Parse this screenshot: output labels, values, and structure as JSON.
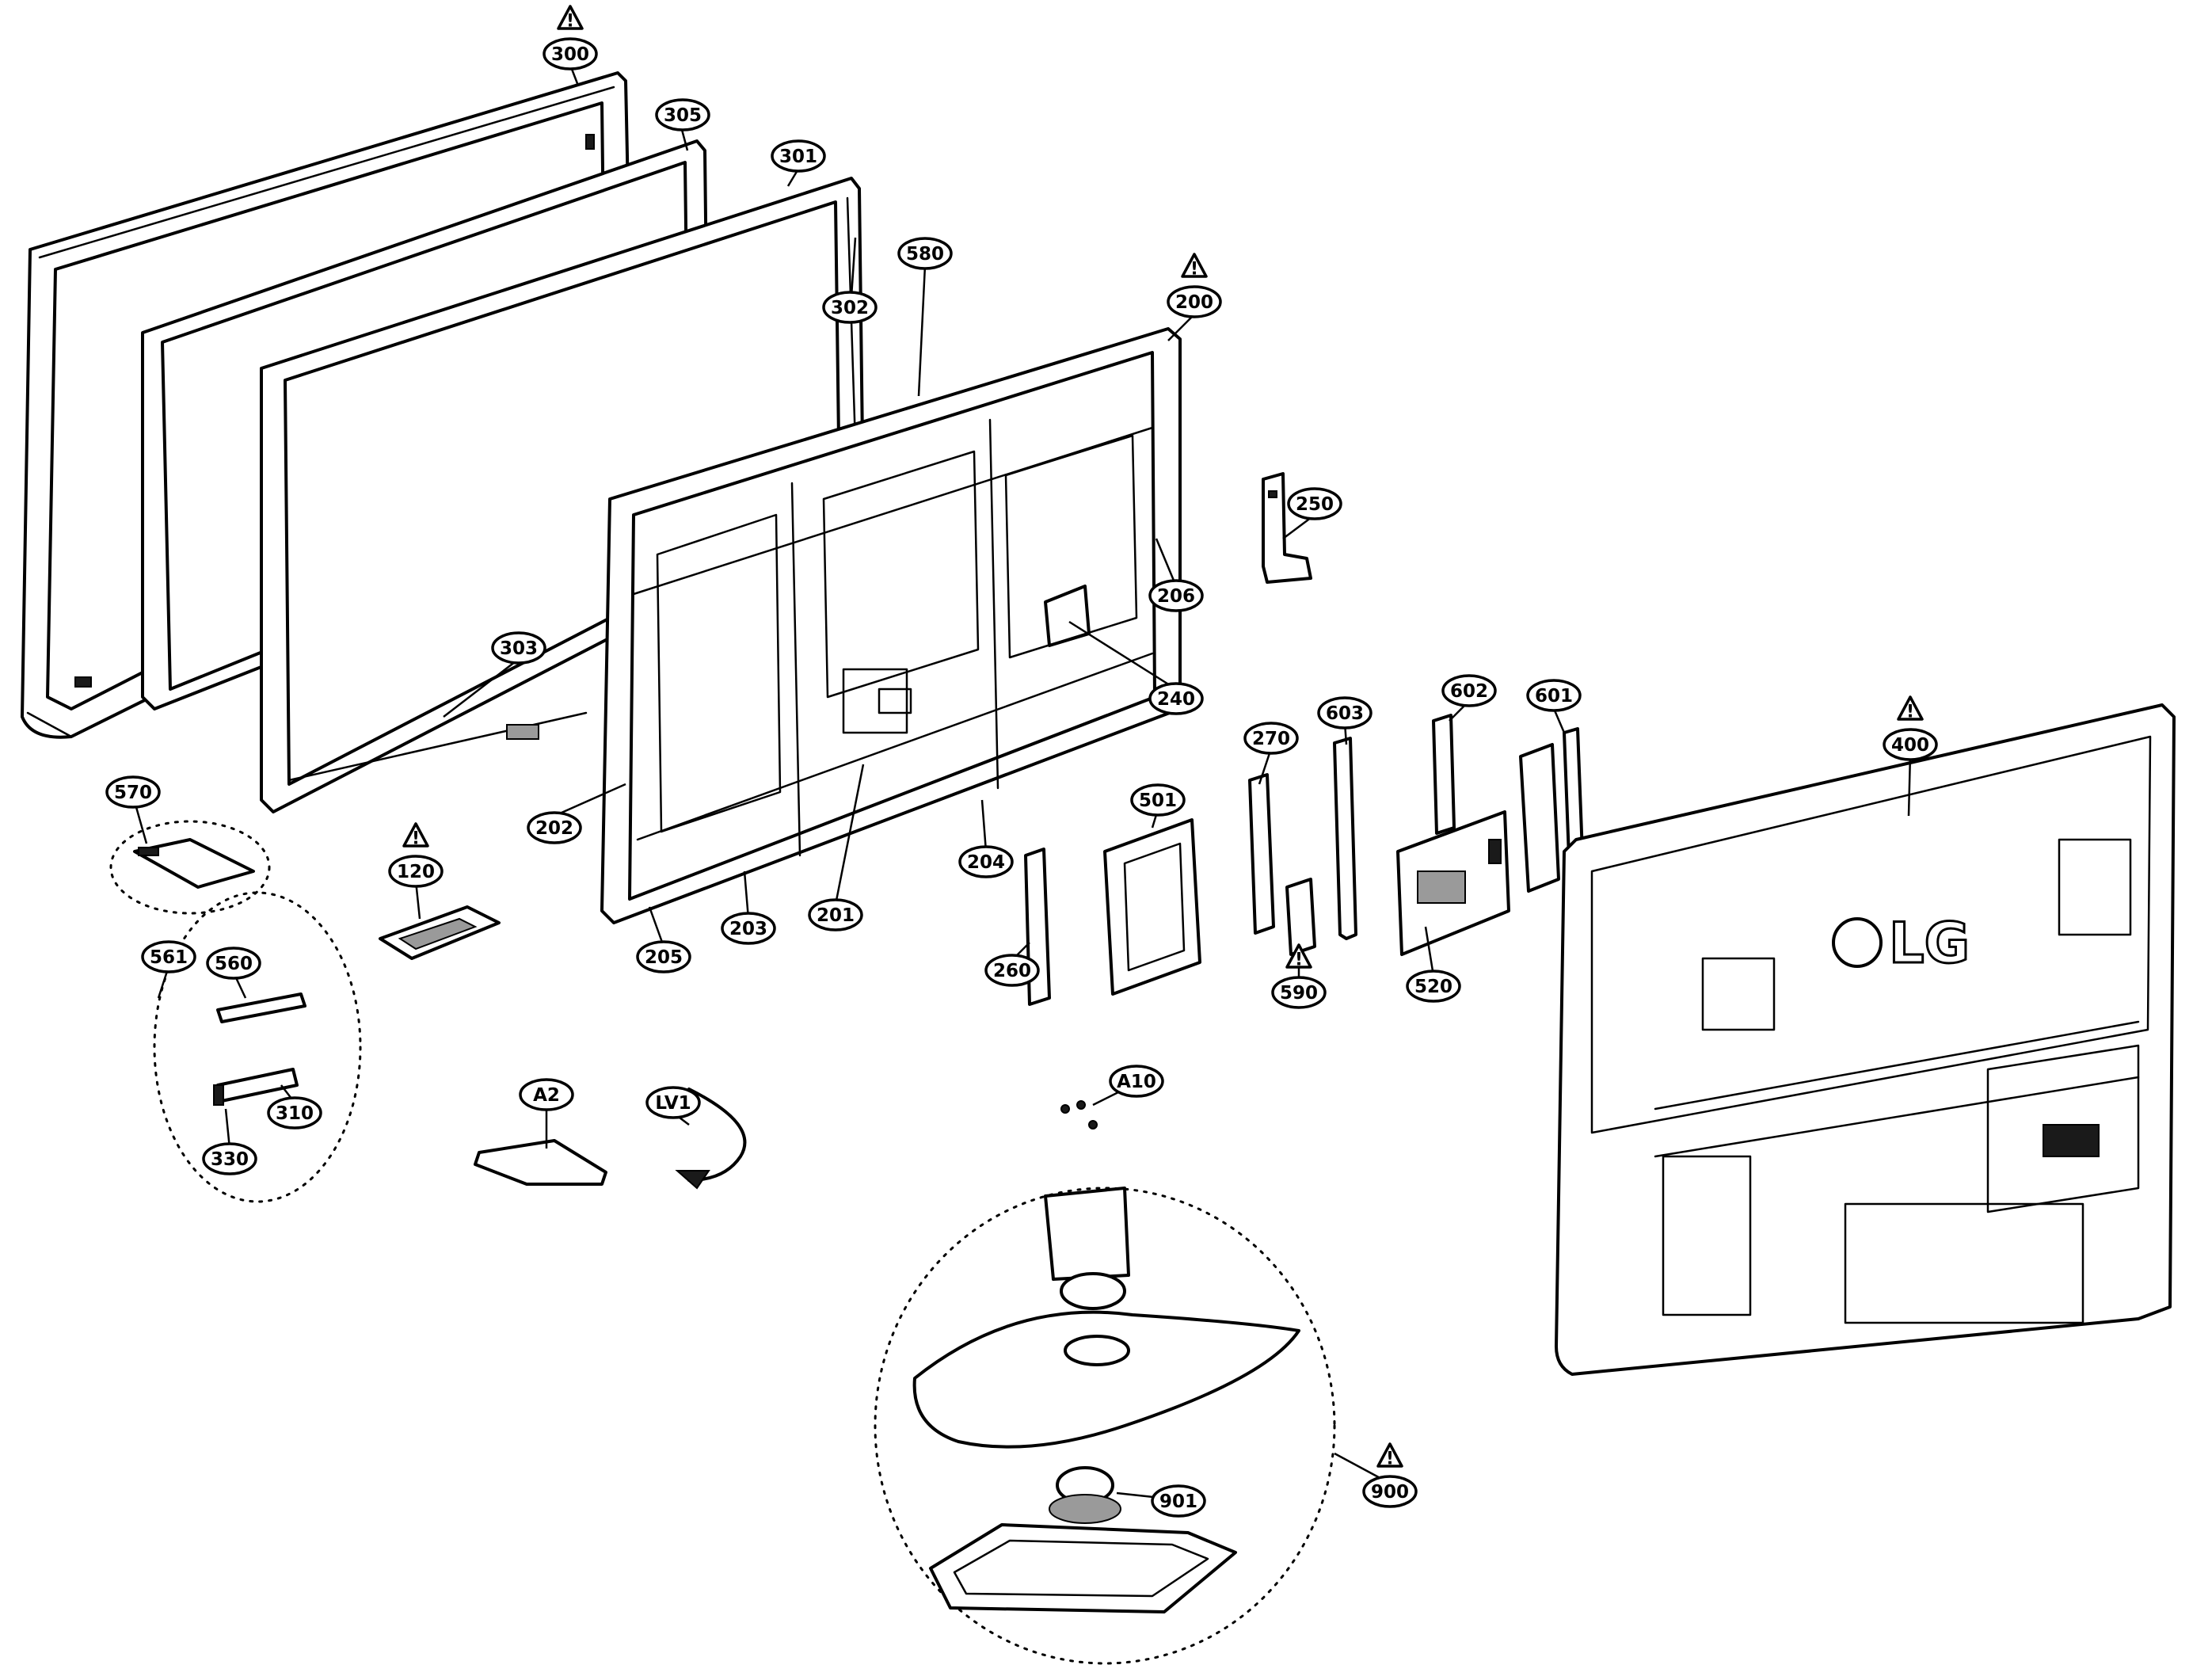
{
  "diagram": {
    "callouts": [
      {
        "id": "300",
        "warning": true
      },
      {
        "id": "305",
        "warning": false
      },
      {
        "id": "301",
        "warning": false
      },
      {
        "id": "302",
        "warning": false
      },
      {
        "id": "580",
        "warning": false
      },
      {
        "id": "200",
        "warning": true
      },
      {
        "id": "250",
        "warning": false
      },
      {
        "id": "206",
        "warning": false
      },
      {
        "id": "240",
        "warning": false
      },
      {
        "id": "303",
        "warning": false
      },
      {
        "id": "202",
        "warning": false
      },
      {
        "id": "270",
        "warning": false
      },
      {
        "id": "603",
        "warning": false
      },
      {
        "id": "602",
        "warning": false
      },
      {
        "id": "601",
        "warning": false
      },
      {
        "id": "400",
        "warning": true
      },
      {
        "id": "570",
        "warning": false
      },
      {
        "id": "120",
        "warning": true
      },
      {
        "id": "501",
        "warning": false
      },
      {
        "id": "204",
        "warning": false
      },
      {
        "id": "561",
        "warning": false
      },
      {
        "id": "560",
        "warning": false
      },
      {
        "id": "203",
        "warning": false
      },
      {
        "id": "201",
        "warning": false
      },
      {
        "id": "205",
        "warning": false
      },
      {
        "id": "260",
        "warning": false
      },
      {
        "id": "590",
        "warning": true
      },
      {
        "id": "520",
        "warning": false
      },
      {
        "id": "310",
        "warning": false
      },
      {
        "id": "330",
        "warning": false
      },
      {
        "id": "LV1",
        "warning": false
      },
      {
        "id": "A2",
        "warning": false
      },
      {
        "id": "A10",
        "warning": false
      },
      {
        "id": "900",
        "warning": true
      },
      {
        "id": "901",
        "warning": false
      }
    ],
    "back_cover_logo": "LG",
    "warning_symbol": "!"
  }
}
